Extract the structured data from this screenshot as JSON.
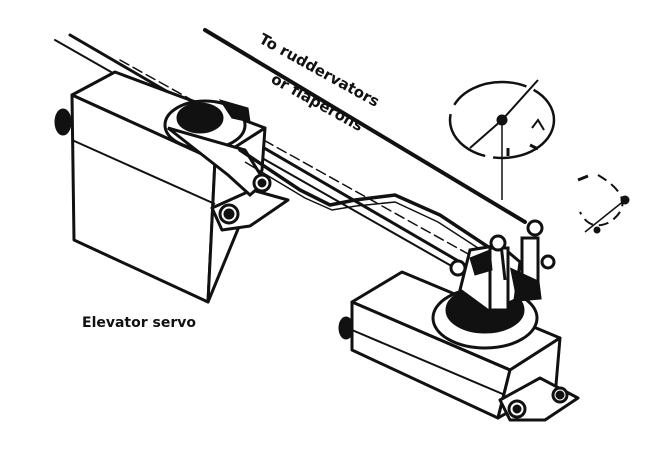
{
  "labels": {
    "rudder_line1": "To ruddervators",
    "rudder_line2": "or flaperons",
    "elevator": "Elevator servo"
  },
  "colors": {
    "ink": "#111111",
    "paper": "#ffffff"
  }
}
